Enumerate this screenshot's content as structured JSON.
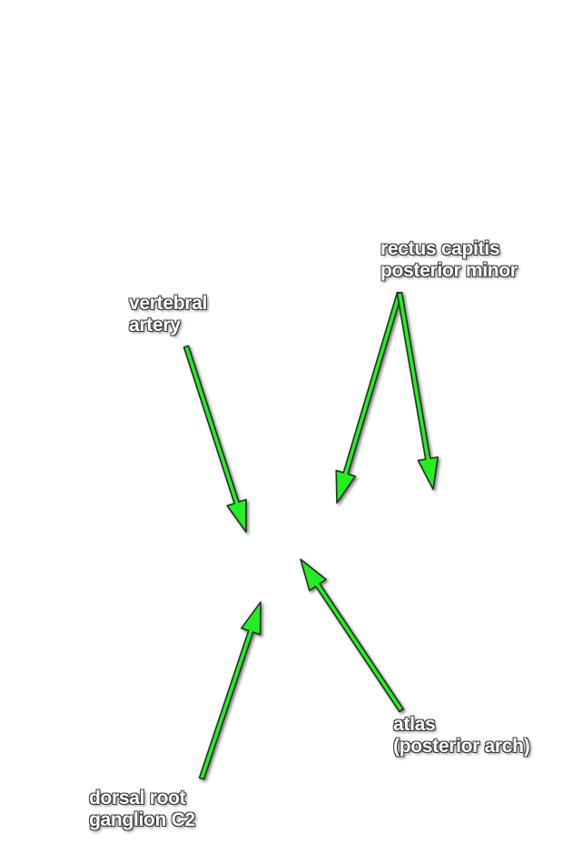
{
  "labels": {
    "vertebral_artery": {
      "line1": "vertebral",
      "line2": "artery"
    },
    "rectus_capitis": {
      "line1": "rectus capitis",
      "line2": "posterior minor"
    },
    "atlas": {
      "line1": "atlas",
      "line2": "(posterior arch)"
    },
    "dorsal_root": {
      "line1": "dorsal root",
      "line2": "ganglion C2"
    }
  },
  "colors": {
    "arrow_fill": "#22ee22",
    "arrow_outline": "#2a2a2a",
    "label_text": "#ffffff",
    "background": "#ffffff"
  }
}
